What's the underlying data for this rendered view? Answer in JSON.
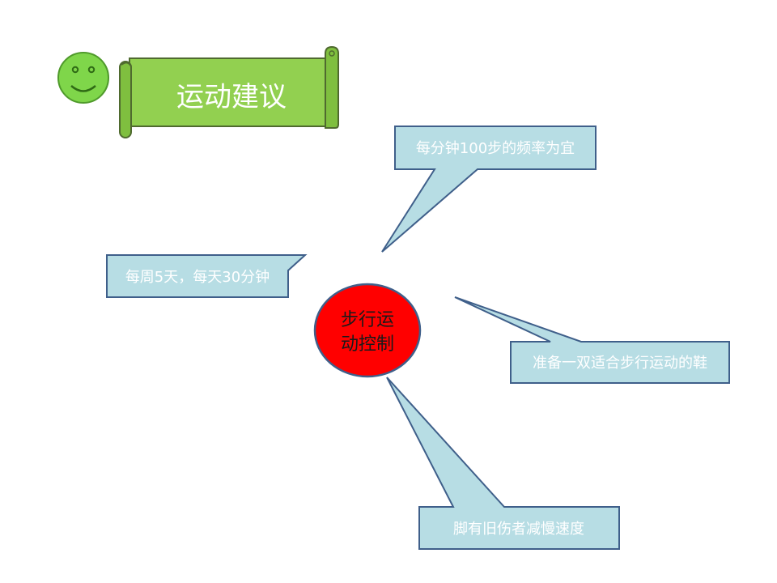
{
  "title": "运动建议",
  "center": {
    "line1": "步行运",
    "line2": "动控制"
  },
  "callouts": [
    "每分钟100步的频率为宜",
    "每周5天，每天30分钟",
    "准备一双适合步行运动的鞋",
    "脚有旧伤者减慢速度"
  ],
  "icons": {
    "smiley": "smiley-face-icon"
  },
  "colors": {
    "smiley_fill": "#7fd64a",
    "banner_fill": "#92d050",
    "callout_fill": "#b7dde4",
    "callout_stroke": "#3f5f8a",
    "center_fill": "#ff0000"
  }
}
